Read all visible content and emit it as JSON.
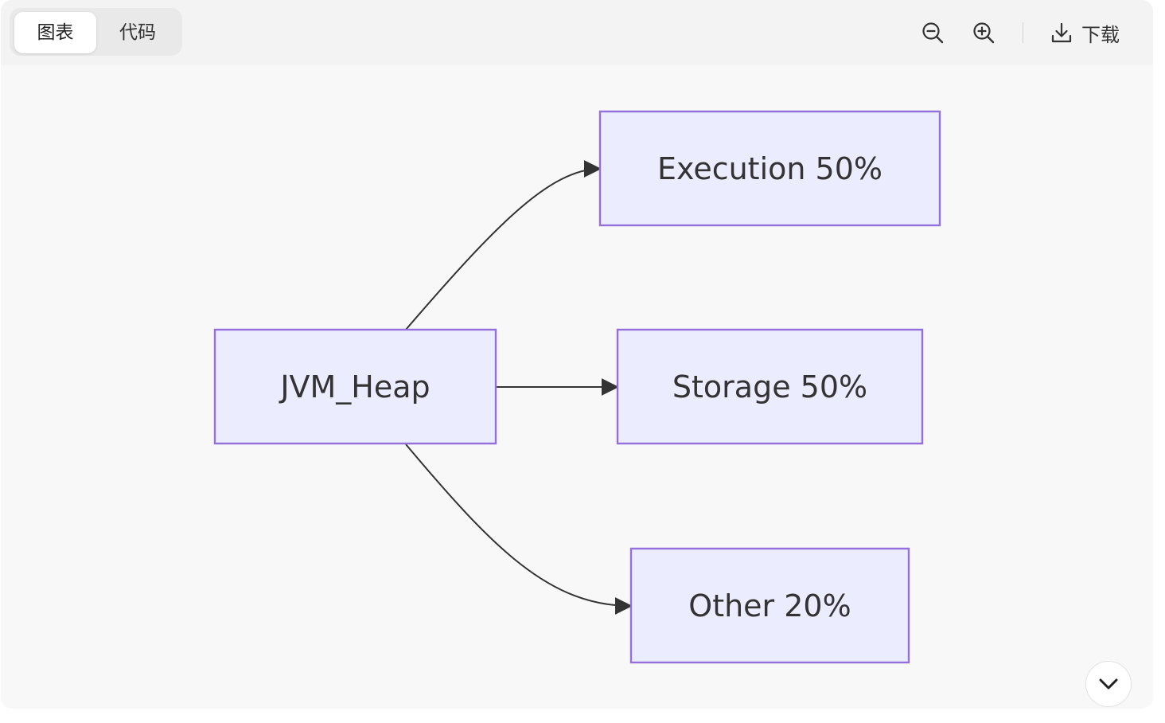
{
  "tabs": [
    {
      "label": "图表",
      "active": true
    },
    {
      "label": "代码",
      "active": false
    }
  ],
  "toolbar": {
    "zoom_out_icon": "zoom-out-icon",
    "zoom_in_icon": "zoom-in-icon",
    "download_icon": "download-icon",
    "download_label": "下载"
  },
  "diagram": {
    "type": "flowchart",
    "direction": "LR",
    "colors": {
      "node_fill": "#ECECFF",
      "node_stroke": "#9370DB",
      "edge": "#333333",
      "text": "#333333"
    },
    "nodes": {
      "heap": "JVM_Heap",
      "execution": "Execution 50%",
      "storage": "Storage 50%",
      "other": "Other 20%"
    },
    "edges": [
      {
        "from": "JVM_Heap",
        "to": "Execution 50%"
      },
      {
        "from": "JVM_Heap",
        "to": "Storage 50%"
      },
      {
        "from": "JVM_Heap",
        "to": "Other 20%"
      }
    ]
  },
  "collapse_icon": "chevron-down-icon"
}
